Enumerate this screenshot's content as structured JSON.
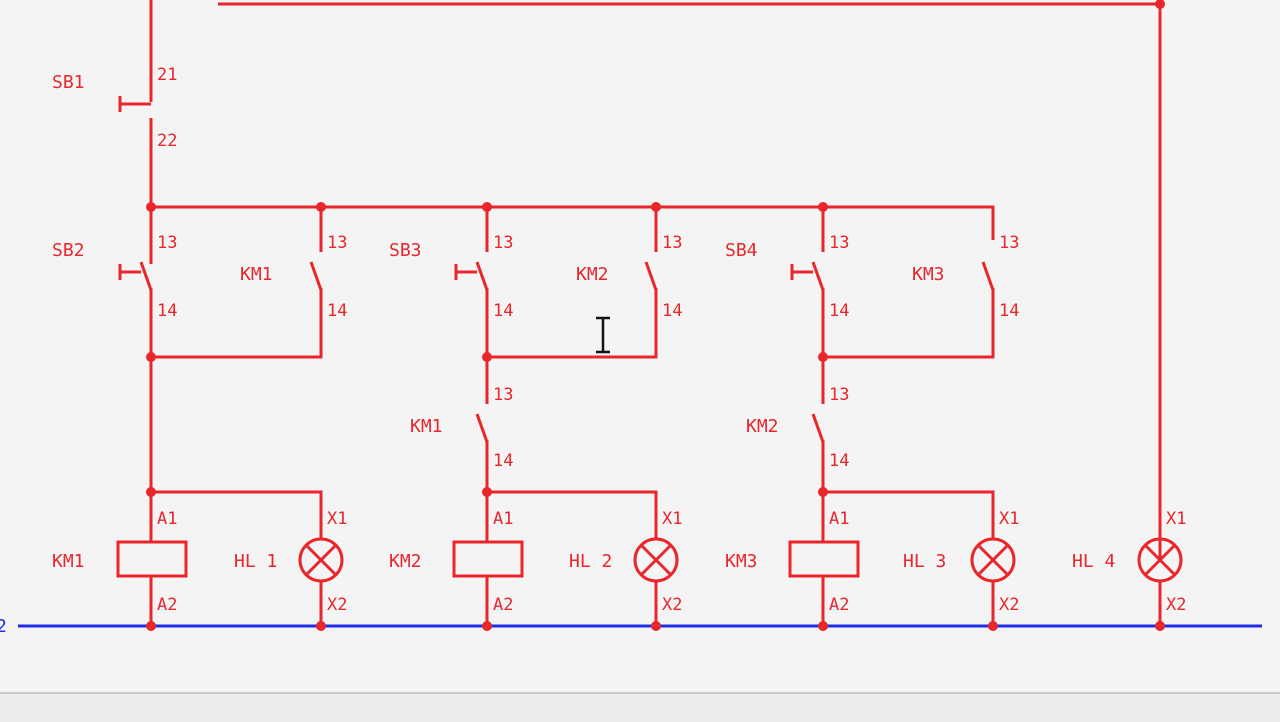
{
  "diagram": {
    "colors": {
      "wire": "#e8262c",
      "bus": "#1f2ee6",
      "background": "#f4f4f4"
    },
    "bus_label": "2",
    "stop_switch": {
      "name": "SB1",
      "pin_top": "21",
      "pin_bottom": "22"
    },
    "columns": [
      {
        "start_button": {
          "name": "SB2",
          "pin_top": "13",
          "pin_bottom": "14"
        },
        "hold_contact": {
          "name": "KM1",
          "pin_top": "13",
          "pin_bottom": "14"
        },
        "coil": {
          "name": "KM1",
          "pin_top": "A1",
          "pin_bottom": "A2"
        },
        "lamp": {
          "name": "HL 1",
          "pin_top": "X1",
          "pin_bottom": "X2"
        }
      },
      {
        "start_button": {
          "name": "SB3",
          "pin_top": "13",
          "pin_bottom": "14"
        },
        "hold_contact": {
          "name": "KM2",
          "pin_top": "13",
          "pin_bottom": "14"
        },
        "interlock": {
          "name": "KM1",
          "pin_top": "13",
          "pin_bottom": "14"
        },
        "coil": {
          "name": "KM2",
          "pin_top": "A1",
          "pin_bottom": "A2"
        },
        "lamp": {
          "name": "HL 2",
          "pin_top": "X1",
          "pin_bottom": "X2"
        }
      },
      {
        "start_button": {
          "name": "SB4",
          "pin_top": "13",
          "pin_bottom": "14"
        },
        "hold_contact": {
          "name": "KM3",
          "pin_top": "13",
          "pin_bottom": "14"
        },
        "interlock": {
          "name": "KM2",
          "pin_top": "13",
          "pin_bottom": "14"
        },
        "coil": {
          "name": "KM3",
          "pin_top": "A1",
          "pin_bottom": "A2"
        },
        "lamp": {
          "name": "HL 3",
          "pin_top": "X1",
          "pin_bottom": "X2"
        }
      }
    ],
    "indicator_lamp": {
      "name": "HL 4",
      "pin_top": "X1",
      "pin_bottom": "X2"
    }
  }
}
